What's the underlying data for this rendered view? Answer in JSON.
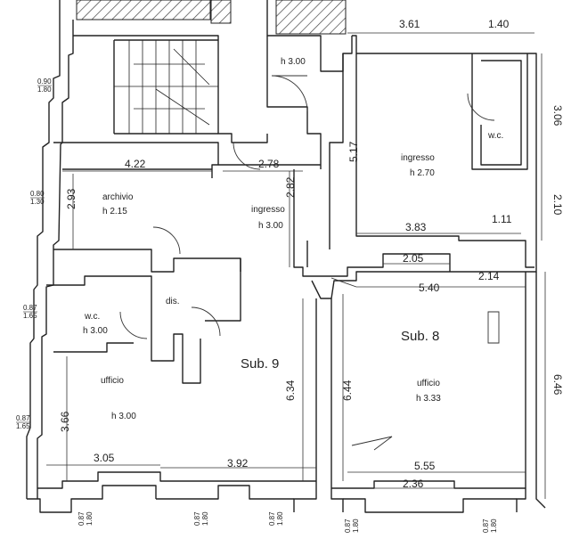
{
  "units": {
    "sub9": {
      "label": "Sub. 9",
      "rooms": [
        {
          "name": "archivio",
          "height": "h 2.15"
        },
        {
          "name": "ingresso",
          "height": "h 3.00"
        },
        {
          "name": "dis.",
          "height": ""
        },
        {
          "name": "w.c.",
          "height": "h 3.00"
        },
        {
          "name": "ufficio",
          "height": "h 3.00"
        },
        {
          "name": "",
          "height": "h 3.00"
        }
      ]
    },
    "sub8": {
      "label": "Sub. 8",
      "rooms": [
        {
          "name": "ingresso",
          "height": "h 2.70"
        },
        {
          "name": "w.c.",
          "height": ""
        },
        {
          "name": "ufficio",
          "height": "h 3.33"
        }
      ]
    }
  },
  "dimensions": {
    "d_361": "3.61",
    "d_140": "1.40",
    "d_306": "3.06",
    "d_210": "2.10",
    "d_517": "5.17",
    "d_383": "3.83",
    "d_111": "1.11",
    "d_205": "2.05",
    "d_214": "2.14",
    "d_540": "5.40",
    "d_646": "6.46",
    "d_644": "6.44",
    "d_555": "5.55",
    "d_236": "2.36",
    "d_422": "4.22",
    "d_278": "2.78",
    "d_282": "2.82",
    "d_293": "2.93",
    "d_634": "6.34",
    "d_366": "3.66",
    "d_305": "3.05",
    "d_392": "3.92"
  },
  "window_notes": {
    "w1a": "0.90",
    "w1b": "1.80",
    "w2a": "0.80",
    "w2b": "1.30",
    "w3a": "0.87",
    "w3b": "1.65",
    "w4a": "0.87",
    "w4b": "1.65",
    "w5a": "0.87",
    "w5b": "1.80",
    "w6a": "0.87",
    "w6b": "1.80",
    "w7a": "0.87",
    "w7b": "1.80",
    "w8a": "0.87",
    "w8b": "1.80",
    "w9a": "0.87",
    "w9b": "1.80"
  }
}
